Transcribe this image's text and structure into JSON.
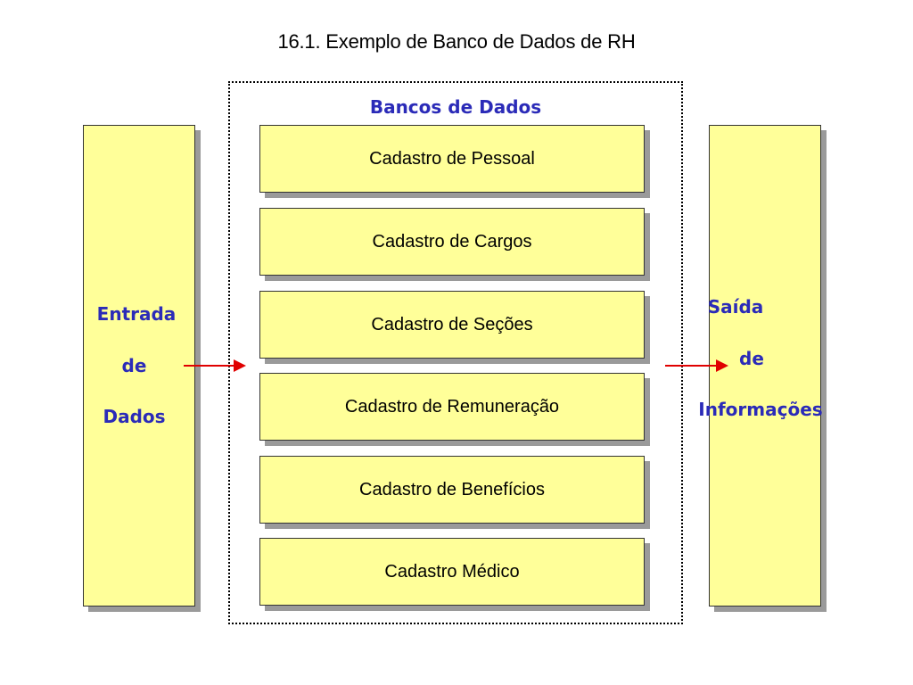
{
  "title": "16.1. Exemplo de Banco de Dados de RH",
  "section_label": "Bancos de Dados",
  "databases": [
    "Cadastro de Pessoal",
    "Cadastro de Cargos",
    "Cadastro de Seções",
    "Cadastro de Remuneração",
    "Cadastro de Benefícios",
    "Cadastro Médico"
  ],
  "input": {
    "lines": [
      "Entrada",
      "de",
      "Dados"
    ]
  },
  "output": {
    "lines": [
      "Saída",
      "de",
      "Informações"
    ]
  },
  "colors": {
    "box_fill": "#ffff99",
    "accent_text": "#2b2bb8",
    "arrow": "#e00000",
    "shadow": "#9a9a9a"
  }
}
